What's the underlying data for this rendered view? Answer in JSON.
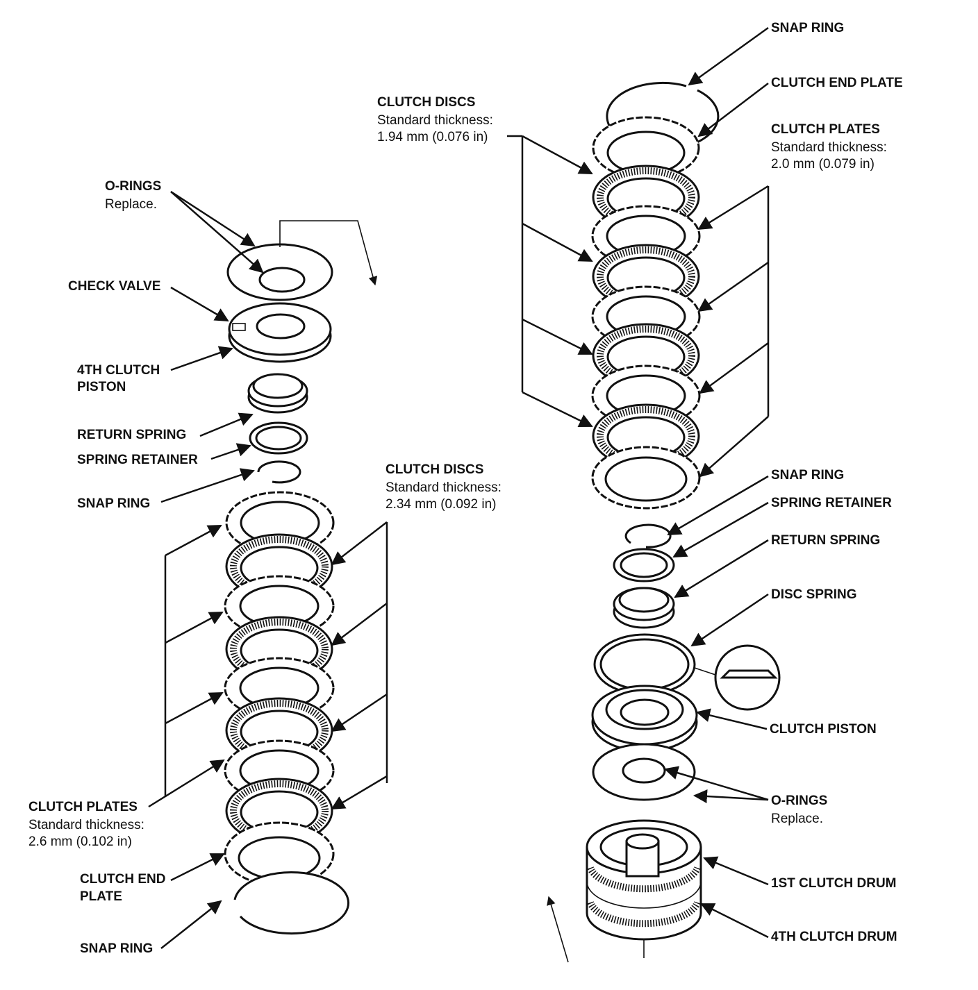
{
  "left_stack": {
    "o_rings": "O-RINGS",
    "o_rings_note": "Replace.",
    "check_valve": "CHECK VALVE",
    "piston_line1": "4TH CLUTCH",
    "piston_line2": "PISTON",
    "return_spring": "RETURN SPRING",
    "spring_retainer": "SPRING RETAINER",
    "snap_ring_upper": "SNAP RING",
    "discs_title": "CLUTCH DISCS",
    "discs_thickness_label": "Standard thickness:",
    "discs_thickness_value": "2.34 mm (0.092 in)",
    "plates_title": "CLUTCH PLATES",
    "plates_thickness_label": "Standard thickness:",
    "plates_thickness_value": "2.6 mm (0.102 in)",
    "end_plate_line1": "CLUTCH END",
    "end_plate_line2": "PLATE",
    "snap_ring_lower": "SNAP RING"
  },
  "right_stack": {
    "snap_ring_top": "SNAP RING",
    "end_plate": "CLUTCH END PLATE",
    "discs_title": "CLUTCH DISCS",
    "discs_thickness_label": "Standard thickness:",
    "discs_thickness_value": "1.94 mm (0.076 in)",
    "plates_title": "CLUTCH PLATES",
    "plates_thickness_label": "Standard thickness:",
    "plates_thickness_value": "2.0 mm (0.079 in)",
    "snap_ring_mid": "SNAP RING",
    "spring_retainer": "SPRING RETAINER",
    "return_spring": "RETURN SPRING",
    "disc_spring": "DISC SPRING",
    "piston": "CLUTCH PISTON",
    "o_rings": "O-RINGS",
    "o_rings_note": "Replace.",
    "drum_1st": "1ST CLUTCH DRUM",
    "drum_4th": "4TH CLUTCH DRUM"
  }
}
